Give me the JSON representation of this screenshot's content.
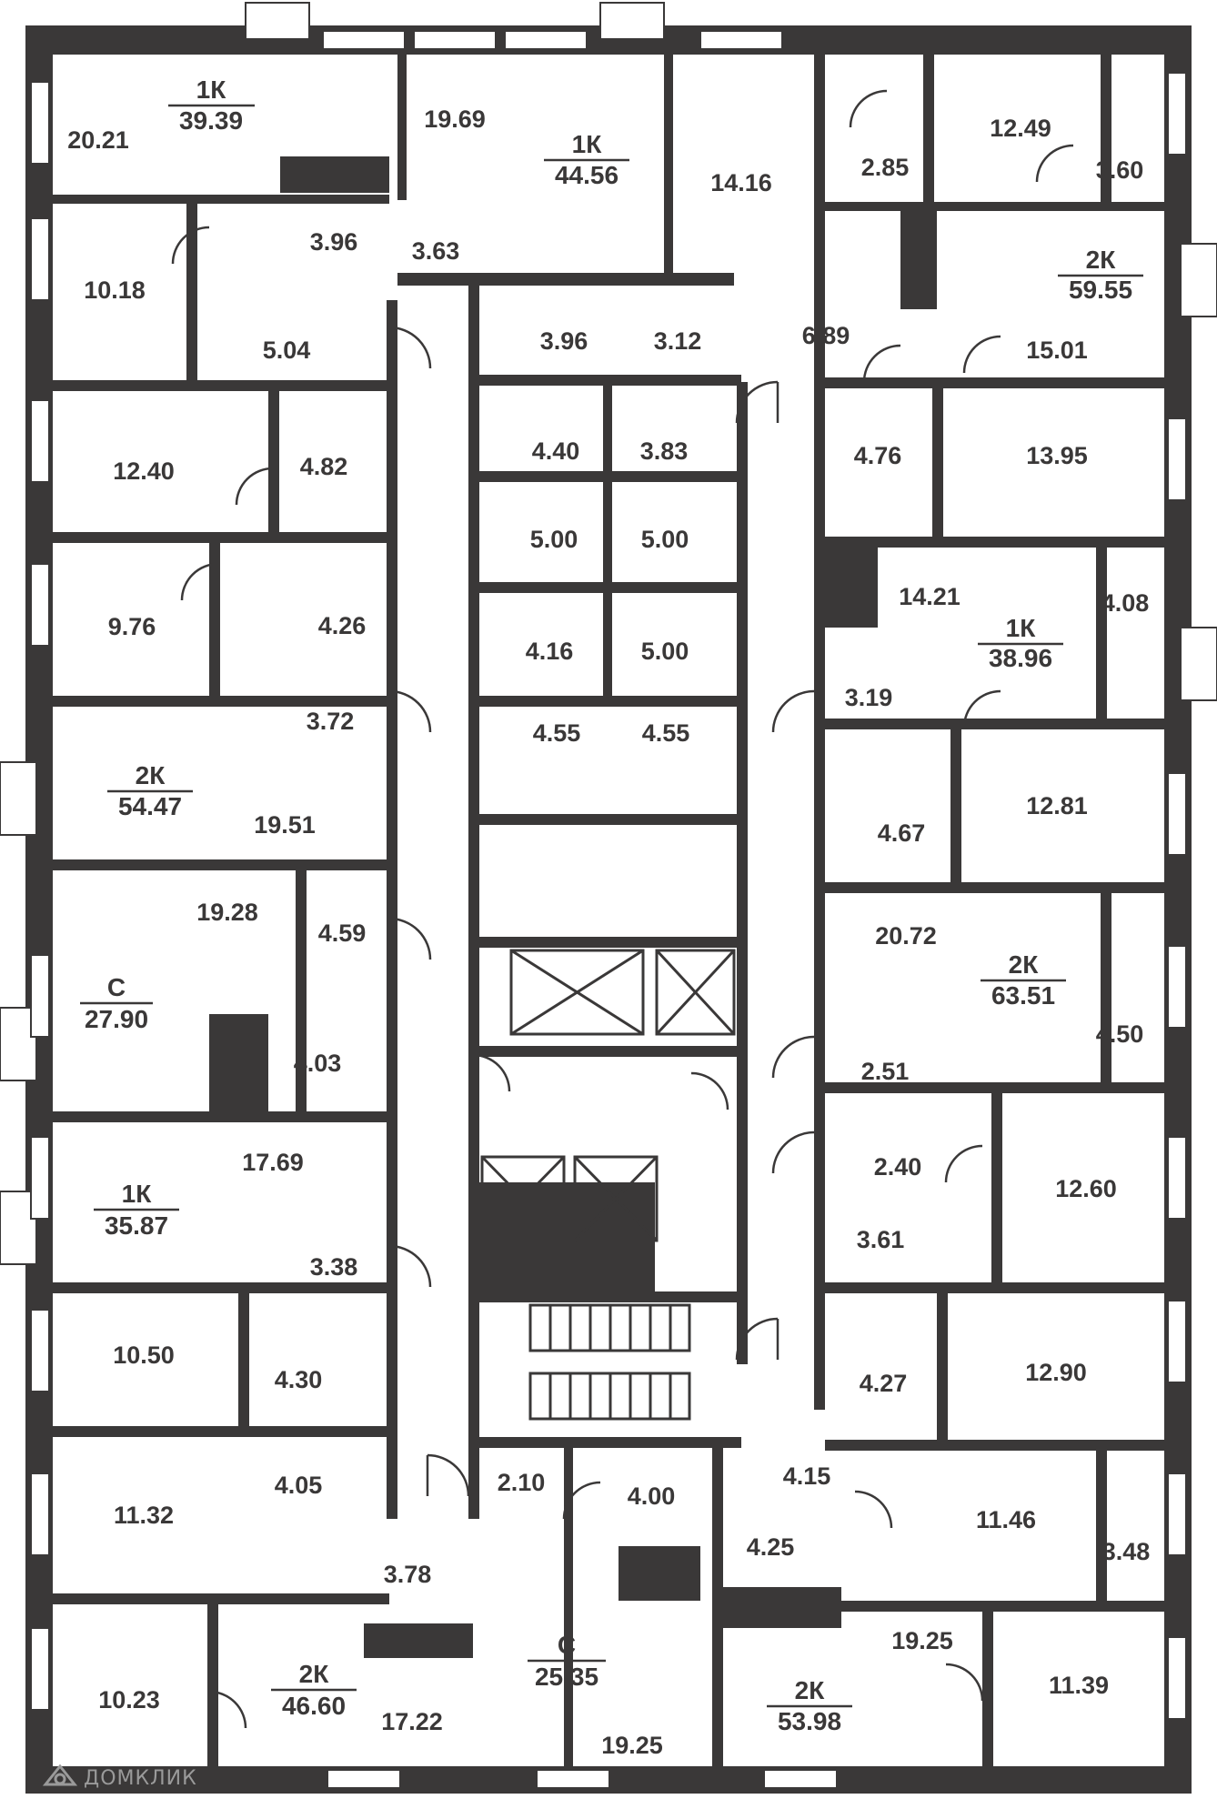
{
  "colors": {
    "wall": "#3a3838",
    "background": "#ffffff",
    "watermark": "#9a9a9a"
  },
  "watermark": {
    "text": "ДОМКЛИК",
    "icon": "domclick-logo-icon"
  },
  "units": [
    {
      "top": "1К",
      "bottom": "39.39"
    },
    {
      "top": "1К",
      "bottom": "44.56"
    },
    {
      "top": "2К",
      "bottom": "59.55"
    },
    {
      "top": "1К",
      "bottom": "38.96"
    },
    {
      "top": "2К",
      "bottom": "54.47"
    },
    {
      "top": "С",
      "bottom": "27.90"
    },
    {
      "top": "2К",
      "bottom": "63.51"
    },
    {
      "top": "1К",
      "bottom": "35.87"
    },
    {
      "top": "2К",
      "bottom": "46.60"
    },
    {
      "top": "С",
      "bottom": "25.35"
    },
    {
      "top": "2К",
      "bottom": "53.98"
    }
  ],
  "areas": [
    "20.21",
    "19.69",
    "14.16",
    "12.49",
    "2.85",
    "3.60",
    "3.96",
    "3.63",
    "10.18",
    "5.04",
    "3.96",
    "3.12",
    "6.89",
    "15.01",
    "12.40",
    "4.82",
    "4.40",
    "3.83",
    "4.76",
    "13.95",
    "5.00",
    "5.00",
    "14.21",
    "4.08",
    "9.76",
    "4.26",
    "4.16",
    "5.00",
    "3.19",
    "3.72",
    "4.55",
    "4.55",
    "19.51",
    "4.67",
    "12.81",
    "19.28",
    "4.59",
    "20.72",
    "4.03",
    "4.50",
    "2.51",
    "17.69",
    "2.40",
    "12.60",
    "3.38",
    "3.61",
    "10.50",
    "4.30",
    "4.27",
    "12.90",
    "4.05",
    "2.10",
    "4.00",
    "4.15",
    "11.32",
    "4.25",
    "11.46",
    "3.48",
    "3.78",
    "19.25",
    "10.23",
    "17.22",
    "11.39",
    "19.25"
  ]
}
